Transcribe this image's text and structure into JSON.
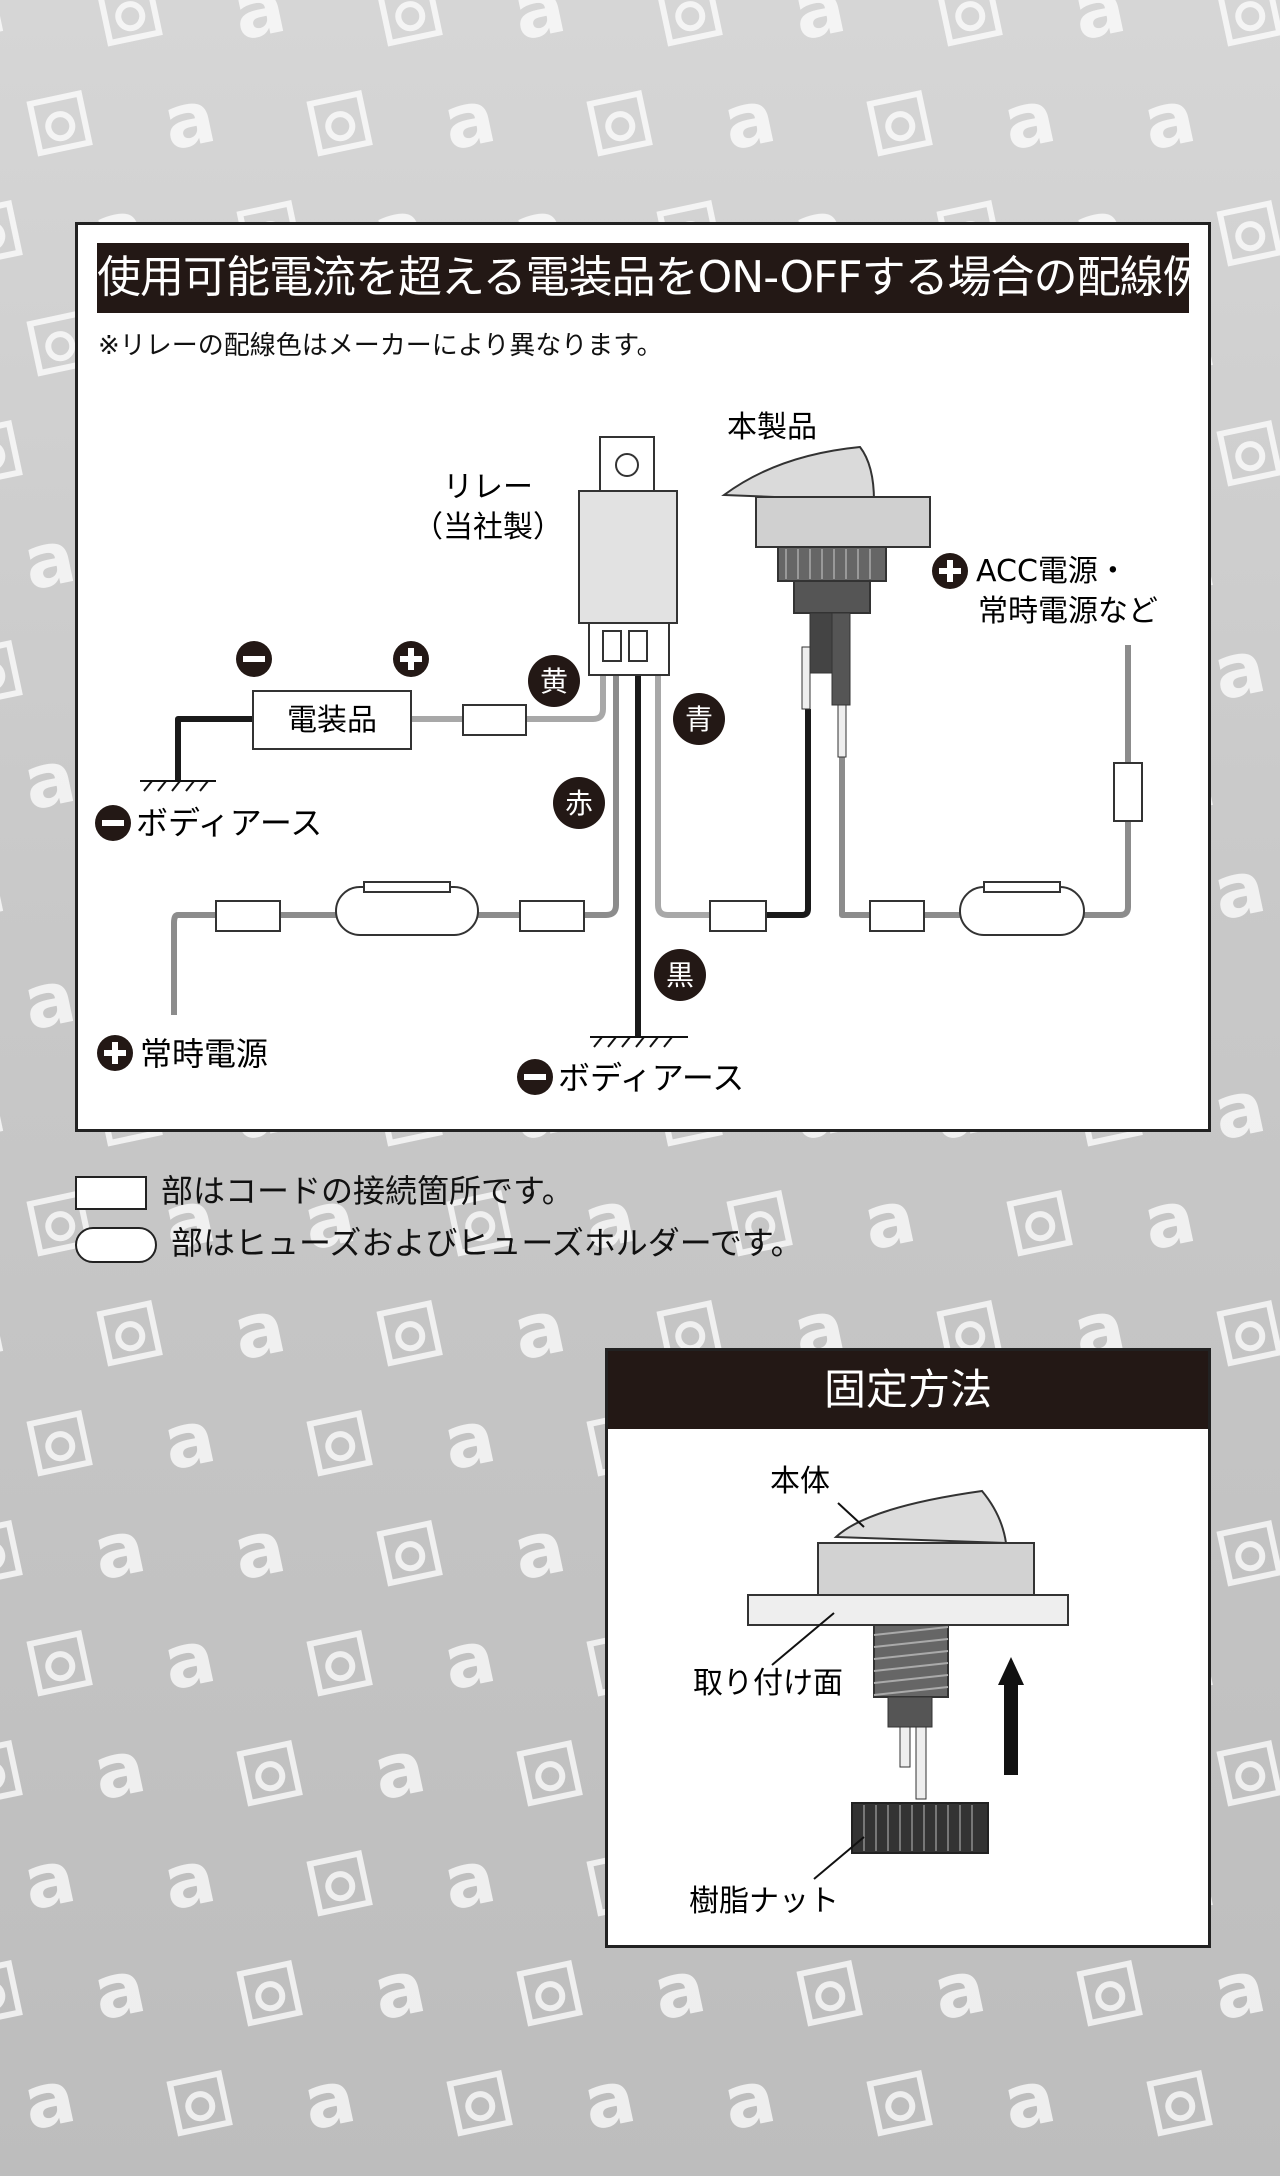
{
  "wiring": {
    "title": "使用可能電流を超える電装品をON-OFFする場合の配線例",
    "note": "※リレーの配線色はメーカーにより異なります。",
    "relay_label_1": "リレー",
    "relay_label_2": "（当社製）",
    "product_label": "本製品",
    "acc_label_1": "ACC電源・",
    "acc_label_2": "常時電源など",
    "device_label": "電装品",
    "body_earth_left": "ボディアース",
    "body_earth_bottom": "ボディアース",
    "constant_power": "常時電源",
    "wire_yellow": "黄",
    "wire_blue": "青",
    "wire_red": "赤",
    "wire_black": "黒",
    "minus_sign": "−",
    "plus_sign": "+"
  },
  "legend": {
    "connection": "部はコードの接続箇所です。",
    "fuse": "部はヒューズおよびヒューズホルダーです。"
  },
  "fixing": {
    "title": "固定方法",
    "body_label": "本体",
    "mount_label": "取り付け面",
    "nut_label": "樹脂ナット"
  },
  "colors": {
    "title_bar": "#231815",
    "wire_gray": "#9a9a9a",
    "wire_black": "#1a1a1a",
    "badge": "#231815"
  },
  "background": {
    "pattern_glyph": "a"
  }
}
